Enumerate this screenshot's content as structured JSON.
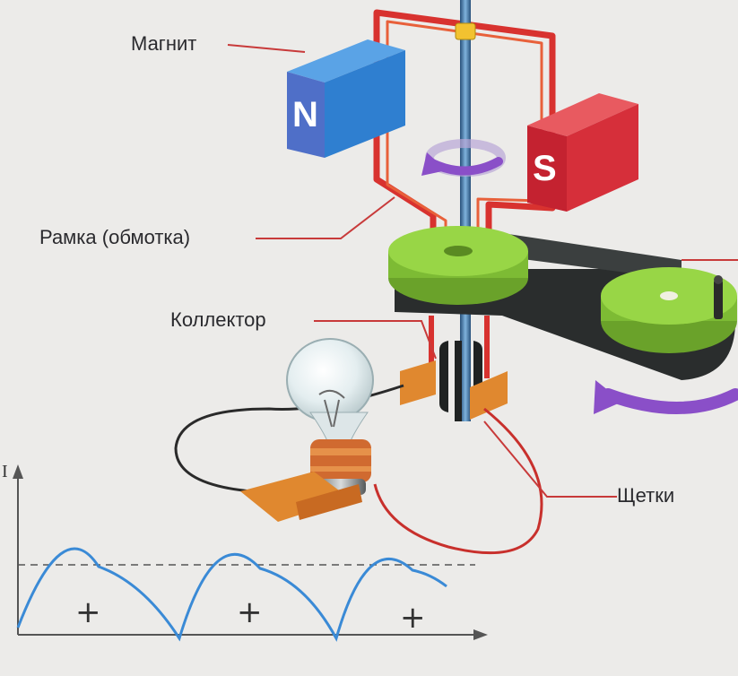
{
  "labels": {
    "magnet": "Магнит",
    "frame": "Рамка (обмотка)",
    "collector": "Коллектор",
    "brushes": "Щетки"
  },
  "poles": {
    "north": "N",
    "south": "S"
  },
  "graph": {
    "y_axis_label": "I",
    "half_wave_signs": [
      "+",
      "+",
      "+"
    ]
  },
  "colors": {
    "wire_red": "#d8322f",
    "label_line": "#c83a3a",
    "magnet_north": "#2f7fd0",
    "magnet_south": "#d62f3a",
    "pulley_green": "#8ecf3a",
    "belt": "#2a2d2d",
    "arrow_purple": "#8a4fc8",
    "curve_blue": "#3a8ad6",
    "brush_orange": "#e0882f"
  }
}
